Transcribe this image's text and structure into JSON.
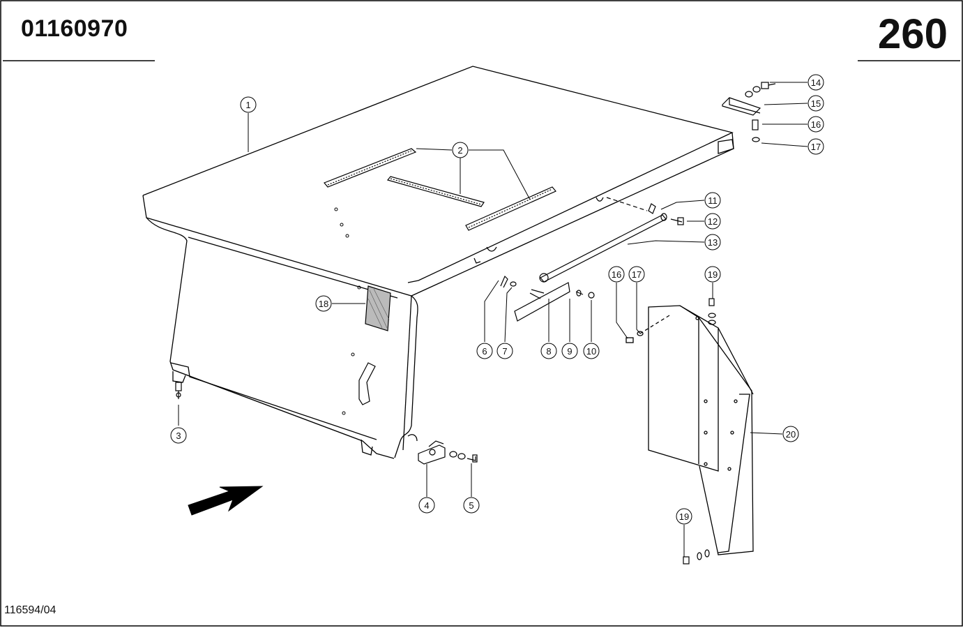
{
  "header": {
    "document_number": "01160970",
    "page_number": "260"
  },
  "footer": {
    "drawing_code": "116594/04"
  },
  "callouts": [
    "1",
    "2",
    "3",
    "4",
    "5",
    "6",
    "7",
    "8",
    "9",
    "10",
    "11",
    "12",
    "13",
    "14",
    "15",
    "16",
    "17",
    "16",
    "17",
    "18",
    "19",
    "19",
    "20"
  ]
}
